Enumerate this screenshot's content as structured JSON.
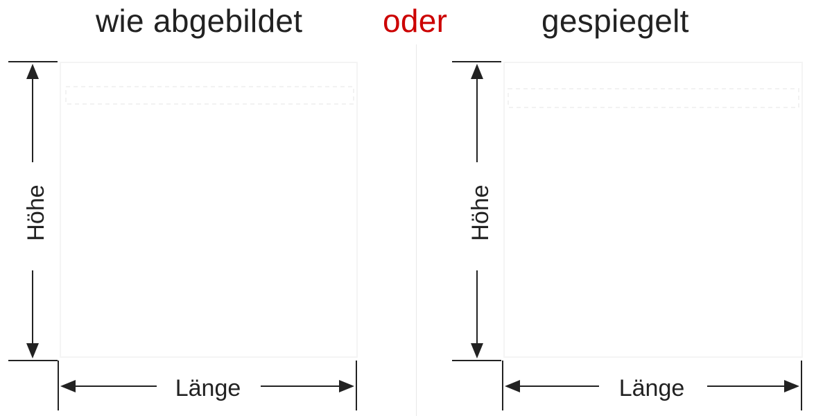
{
  "heading": {
    "left": "wie abgebildet",
    "or": "oder",
    "right": "gespiegelt"
  },
  "left_panel": {
    "height_label": "Höhe",
    "length_label": "Länge"
  },
  "right_panel": {
    "height_label": "Höhe",
    "length_label": "Länge"
  },
  "colors": {
    "text": "#222222",
    "accent": "#cc0000",
    "lines": "#222222",
    "shape_outline": "#f3f3f3"
  }
}
